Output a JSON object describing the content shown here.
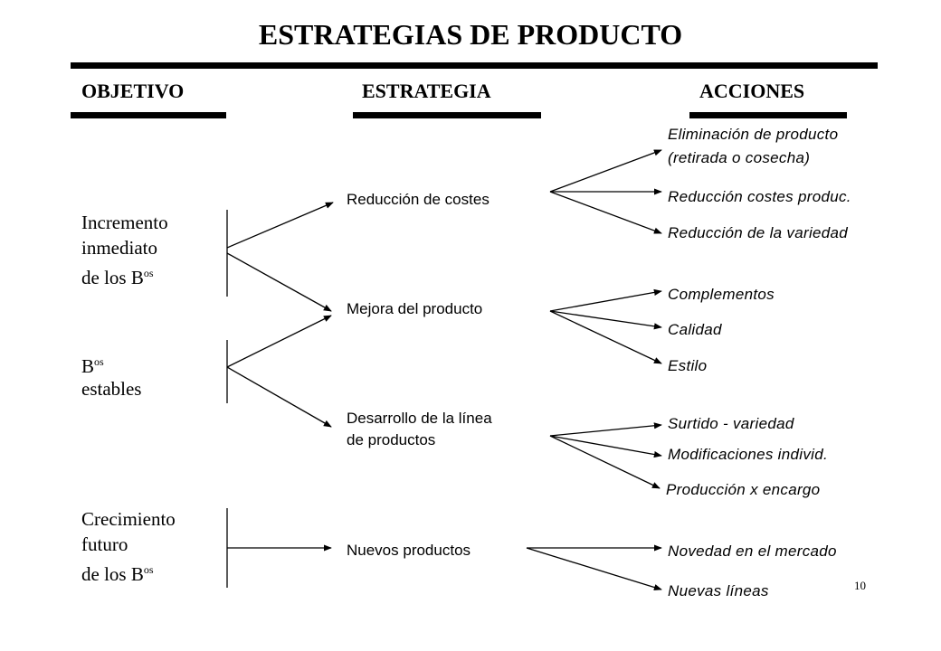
{
  "title": "ESTRATEGIAS  DE  PRODUCTO",
  "headers": {
    "objetivo": "OBJETIVO",
    "estrategia": "ESTRATEGIA",
    "acciones": "ACCIONES"
  },
  "objetivos": {
    "incremento": [
      "Incremento",
      "inmediato",
      "de los B",
      "os"
    ],
    "estables": [
      "B",
      "os",
      "estables"
    ],
    "crecimiento": [
      "Crecimiento",
      "futuro",
      "de los B",
      "os"
    ]
  },
  "estrategias": {
    "reduccion": [
      "Reducción de costes"
    ],
    "mejora": [
      "Mejora del producto"
    ],
    "desarrollo": [
      "Desarrollo de la línea",
      "de productos"
    ],
    "nuevos": [
      "Nuevos productos"
    ]
  },
  "acciones": {
    "eliminacion": [
      "Eliminación de producto",
      "(retirada o cosecha)"
    ],
    "reduccion_costes": "Reducción costes produc.",
    "reduccion_variedad": "Reducción de la variedad",
    "complementos": "Complementos",
    "calidad": "Calidad",
    "estilo": "Estilo",
    "surtido": "Surtido - variedad",
    "modificaciones": "Modificaciones individ.",
    "produccion": "Producción x encargo",
    "novedad": "Novedad en el mercado",
    "nuevas_lineas": "Nuevas líneas"
  },
  "page_number": "10"
}
